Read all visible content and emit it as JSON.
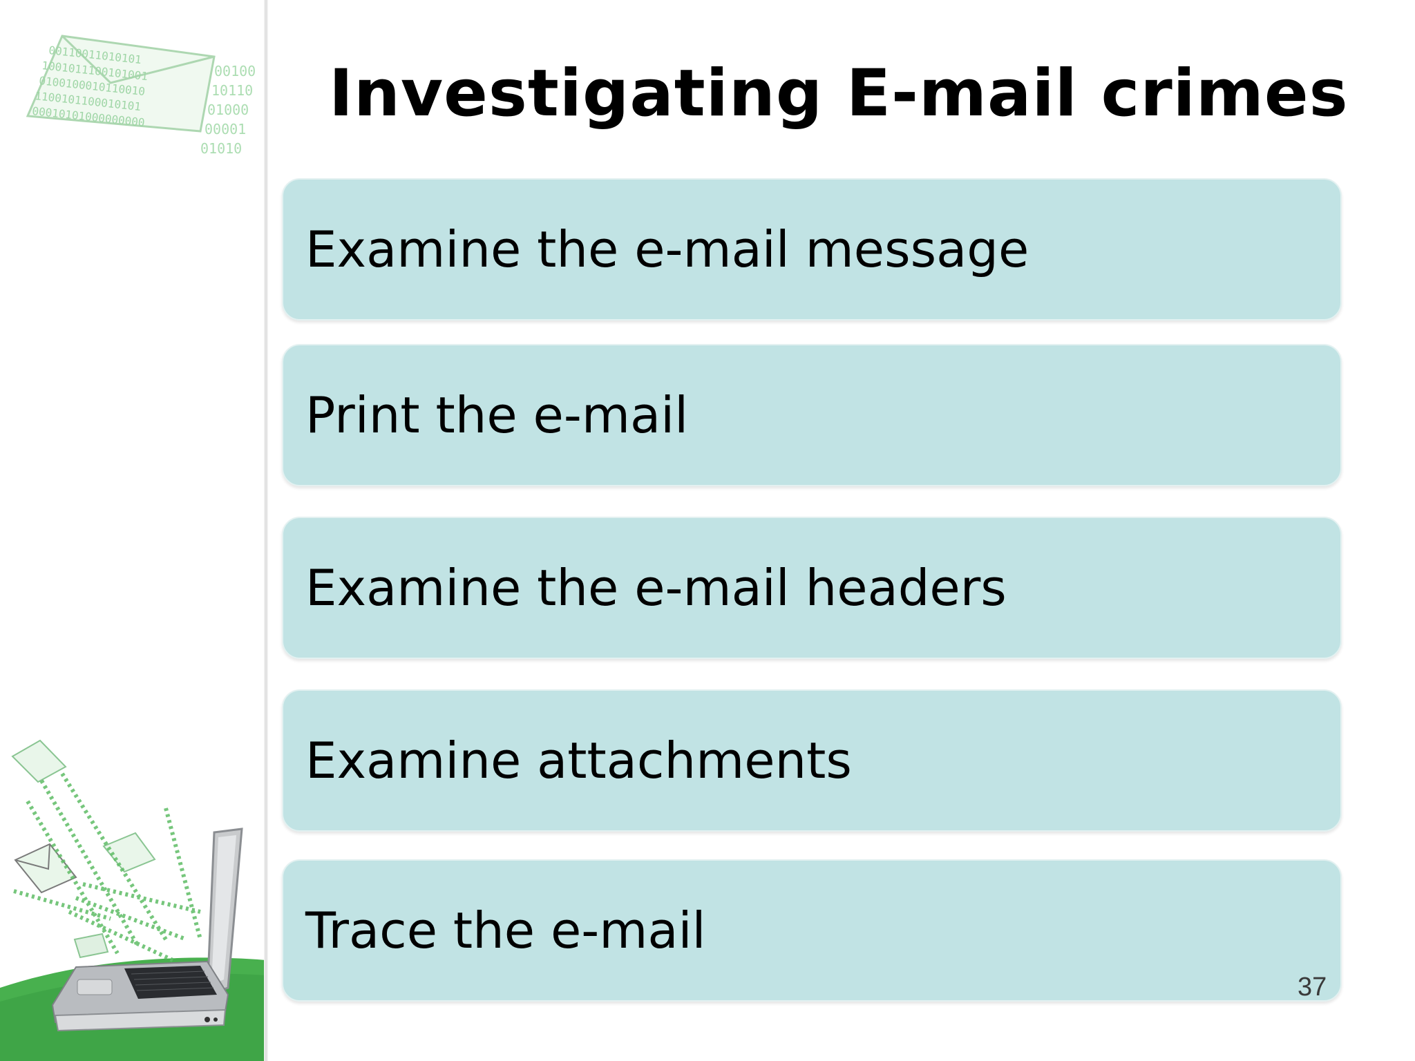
{
  "slide": {
    "title": "Investigating E-mail crimes",
    "page_number": "37",
    "items": [
      {
        "label": "Examine the e-mail message"
      },
      {
        "label": "Print the e-mail"
      },
      {
        "label": "Examine the e-mail headers"
      },
      {
        "label": "Examine attachments"
      },
      {
        "label": "Trace the e-mail"
      }
    ]
  },
  "colors": {
    "item_fill": "#c1e3e4",
    "accent_green": "#3aa34a",
    "title_text": "#000000"
  },
  "icons": [
    "envelope-binary-icon",
    "laptop-icon",
    "flying-envelope-icon"
  ]
}
